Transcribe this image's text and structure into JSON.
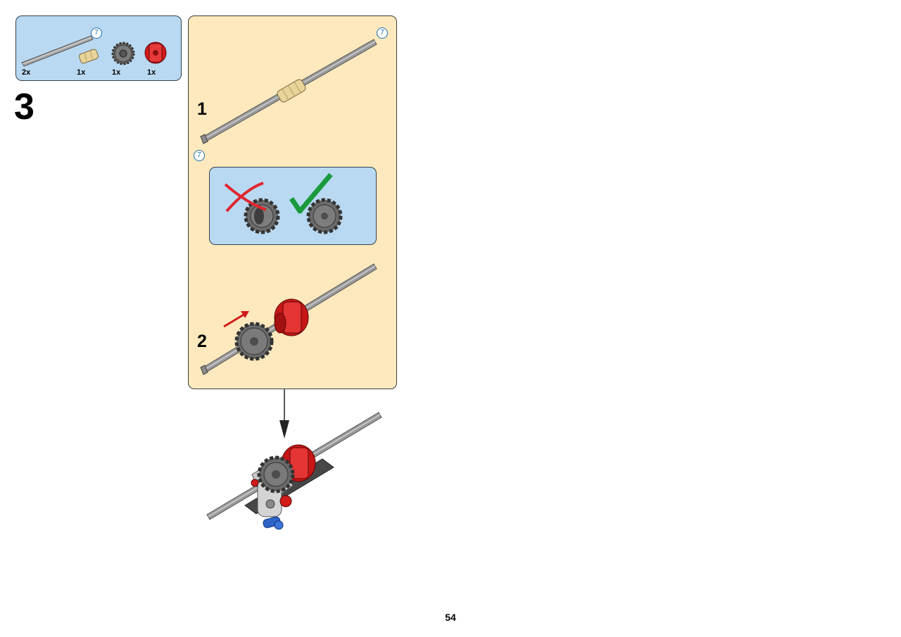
{
  "step": {
    "number": "3"
  },
  "parts_list": {
    "length_badge": "7",
    "items": [
      {
        "name": "axle-7",
        "quantity": "2x"
      },
      {
        "name": "bush-tan",
        "quantity": "1x"
      },
      {
        "name": "gear-16-grey",
        "quantity": "1x"
      },
      {
        "name": "clutch-gear-red",
        "quantity": "1x"
      }
    ]
  },
  "substeps": [
    {
      "number": "1",
      "length_badges": [
        "7",
        "7"
      ]
    },
    {
      "number": "2"
    }
  ],
  "orientation_callout": {
    "wrong_icon": "red-cross-icon",
    "right_icon": "green-check-icon"
  },
  "colors": {
    "panel": "#fde9bd",
    "callout": "#b9d9f2",
    "axle": "#9a9a9a",
    "red": "#d11b1b",
    "gear": "#6b6b6b",
    "check": "#1a9a3c"
  },
  "page": {
    "number": "54"
  }
}
